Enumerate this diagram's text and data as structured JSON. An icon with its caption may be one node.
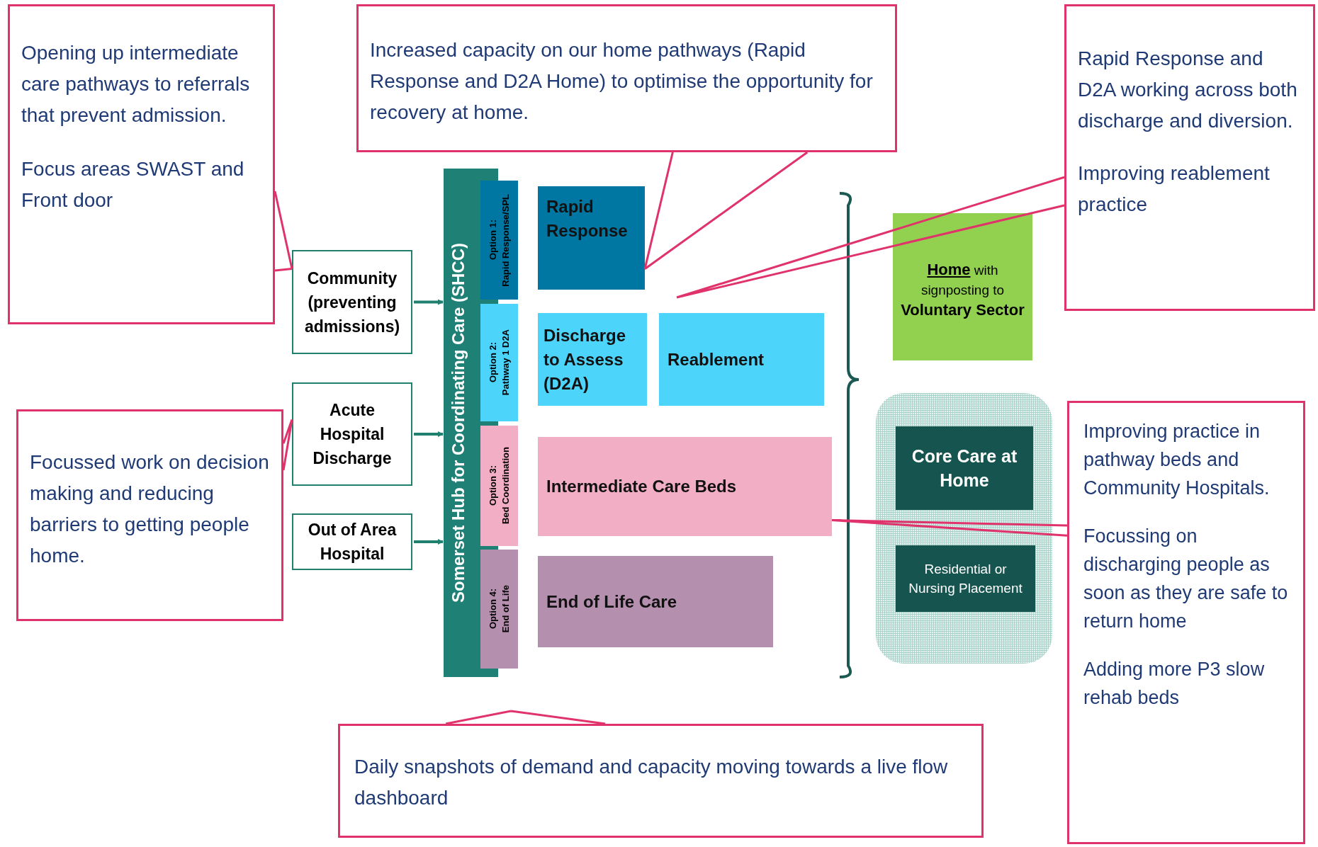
{
  "diagram": {
    "nodes": [
      {
        "text": [
          "Opening up intermediate care pathways to referrals that prevent admission.",
          "Focus areas SWAST and Front door"
        ]
      },
      {
        "text": [
          "Increased capacity on our home pathways (Rapid Response and D2A Home) to optimise the opportunity for recovery at home."
        ]
      },
      {
        "text": [
          "Rapid Response and D2A working across both discharge and diversion.",
          "Improving reablement practice"
        ]
      },
      {
        "text": [
          "Community (preventing admissions)"
        ]
      },
      {
        "text": [
          "Acute Hospital Discharge"
        ]
      },
      {
        "text": [
          "Out of Area Hospital"
        ]
      },
      {
        "text": [
          "Somerset Hub for Coordinating Care (SHCC)"
        ]
      },
      {
        "text": [
          "Option 1:",
          "Rapid Response/SPL"
        ]
      },
      {
        "text": [
          "Option 2:",
          "Pathway 1 D2A"
        ]
      },
      {
        "text": [
          "Option 3:",
          "Bed Coordination"
        ]
      },
      {
        "text": [
          "Option 4:",
          "End of Life"
        ]
      },
      {
        "text": [
          "Rapid Response"
        ]
      },
      {
        "text": [
          "**Home** with signposting to **Voluntary Sector**"
        ]
      },
      {
        "text": [
          "Discharge to Assess (D2A)"
        ]
      },
      {
        "text": [
          "Reablement"
        ]
      },
      {
        "text": [
          "Focussed work on decision making and reducing barriers to getting people home."
        ]
      },
      {
        "text": [],
        "shape": "box"
      },
      {
        "text": [
          "Intermediate Care Beds"
        ]
      },
      {
        "text": [
          "Core Care at Home"
        ],
        "in": 16
      },
      {
        "text": [
          "Improving practice in pathway beds and Community Hospitals.",
          "Focussing on discharging people as soon as they are safe to return home",
          "Adding more P3 slow rehab beds"
        ]
      },
      {
        "text": [
          "Residential or Nursing Placement"
        ],
        "in": 16
      },
      {
        "text": [
          "End of Life Care"
        ]
      },
      {
        "text": [
          "Daily snapshots of demand and capacity moving towards a live flow dashboard"
        ]
      }
    ],
    "edges": [
      {
        "from": 0,
        "to": 3,
        "arrow": "none"
      },
      {
        "from": 1,
        "to": 11,
        "arrow": "none"
      },
      {
        "from": 2,
        "to": null,
        "arrow": "none"
      },
      {
        "from": 15,
        "to": 4,
        "arrow": "none"
      },
      {
        "from": 19,
        "to": 17,
        "arrow": "none"
      },
      {
        "from": 22,
        "to": null,
        "arrow": "none"
      },
      {
        "from": 3,
        "to": 6,
        "arrow": "to",
        "color": "#1f8070"
      },
      {
        "from": 4,
        "to": 6,
        "arrow": "to",
        "color": "#1f8070"
      },
      {
        "from": 5,
        "to": 6,
        "arrow": "to",
        "color": "#1f8070"
      }
    ]
  }
}
